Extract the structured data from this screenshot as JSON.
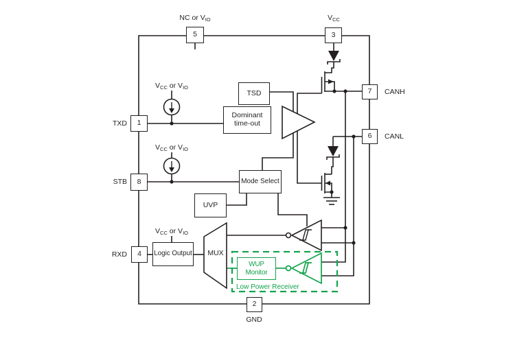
{
  "title": "CAN transceiver functional block diagram",
  "colors": {
    "line": "#231F20",
    "green": "#12A34C",
    "background": "#FFFFFF"
  },
  "pins": [
    {
      "num": "5"
    },
    {
      "num": "3"
    },
    {
      "num": "1",
      "label": "TXD"
    },
    {
      "num": "8",
      "label": "STB"
    },
    {
      "num": "4",
      "label": "RXD"
    },
    {
      "num": "7",
      "label": "CANH"
    },
    {
      "num": "6",
      "label": "CANL"
    },
    {
      "num": "2",
      "label": "GND"
    }
  ],
  "labels": {
    "pin5_top": {
      "a": "NC or V",
      "sub": "IO"
    },
    "pin3_top": {
      "a": "V",
      "sub": "CC"
    },
    "supply": {
      "a": "V",
      "sub1": "CC",
      "b": " or V",
      "sub2": "IO"
    }
  },
  "blocks": {
    "tsd": "TSD",
    "dominant_line1": "Dominant",
    "dominant_line2": "time-out",
    "mode_select": "Mode Select",
    "uvp": "UVP",
    "logic_output": "Logic Output",
    "mux": "MUX",
    "wup_monitor": "WUP Monitor",
    "low_power_receiver": "Low Power Receiver"
  },
  "icons": [
    "current-source-icon",
    "diode-icon",
    "mosfet-icon",
    "ground-icon",
    "schmitt-trigger-icon",
    "driver-amplifier-icon",
    "receiver-amplifier-icon",
    "mux-icon"
  ]
}
